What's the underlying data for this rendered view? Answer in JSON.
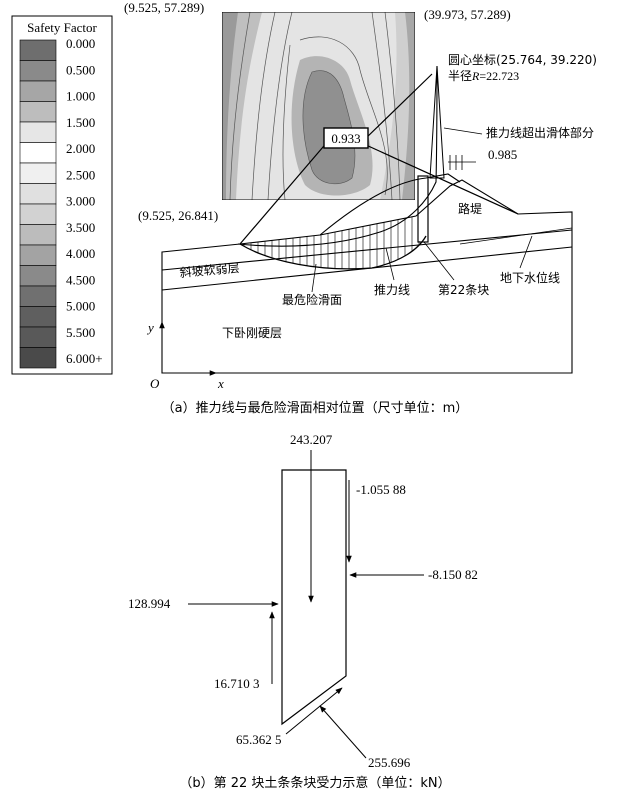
{
  "legend": {
    "title": "Safety Factor",
    "labels": [
      "0.000",
      "0.500",
      "1.000",
      "1.500",
      "2.000",
      "2.500",
      "3.000",
      "3.500",
      "4.000",
      "4.500",
      "5.000",
      "5.500",
      "6.000+"
    ],
    "swatch_colors": [
      "#6e6e6e",
      "#8a8a8a",
      "#a6a6a6",
      "#bdbdbd",
      "#e6e6e6",
      "#ffffff",
      "#f0f0f0",
      "#e0e0e0",
      "#d2d2d2",
      "#bcbcbc",
      "#a3a3a3",
      "#8a8a8a",
      "#707070",
      "#5f5f5f",
      "#595959",
      "#4a4a4a"
    ]
  },
  "panel_a": {
    "corner_top_left": "(9.525, 57.289)",
    "corner_top_right": "(39.973, 57.289)",
    "corner_bottom_left": "(9.525, 26.841)",
    "center_coord": "圆心坐标(25.764, 39.220)",
    "radius_prefix": "半径",
    "radius_var": "R",
    "radius_value": "=22.723",
    "min_factor": "0.933",
    "thrust_exceed_label": "推力线超出滑体部分",
    "value_0985": "0.985",
    "embankment": "路堤",
    "slope_weak_layer": "斜坡软弱层",
    "bedrock_layer": "下卧刚硬层",
    "critical_surface": "最危险滑面",
    "thrust_line": "推力线",
    "slice_22": "第22条块",
    "groundwater_line": "地下水位线",
    "axis_y": "y",
    "axis_x": "x",
    "origin": "O",
    "caption": "（a）推力线与最危险滑面相对位置（尺寸单位：m）",
    "colors": {
      "contour_light": "#e4e4e4",
      "contour_mid": "#b4b4b4",
      "contour_dark": "#8a8a8a"
    }
  },
  "panel_b": {
    "top_force": "243.207",
    "right_force_1": "-1.055 88",
    "right_force_2": "-8.150 82",
    "left_force": "128.994",
    "left_lower_force": "16.710 3",
    "bottom_left_force": "65.362 5",
    "bottom_right_force": "255.696",
    "caption": "（b）第 22 块土条条块受力示意（单位：kN）"
  }
}
